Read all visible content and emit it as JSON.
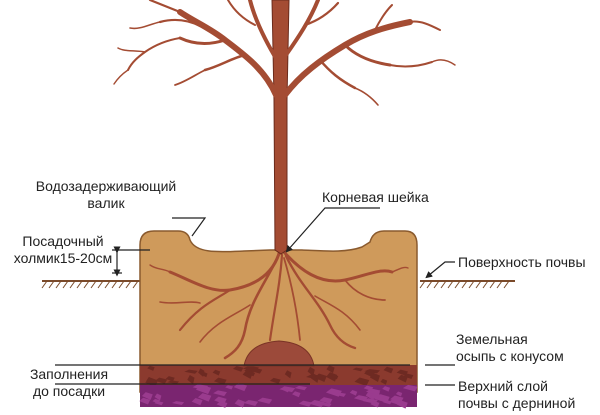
{
  "labels": {
    "water_ridge": [
      "Водозадерживающий",
      "валик"
    ],
    "planting_mound": [
      "Посадочный",
      "холмик15-20см"
    ],
    "root_collar": "Корневая шейка",
    "soil_surface": "Поверхность почвы",
    "earth_cone": [
      "Земельная",
      "осыпь с конусом"
    ],
    "prefill": [
      "Заполнения",
      "до посадки"
    ],
    "topsoil": [
      "Верхний слой",
      "почвы с дерниной"
    ]
  },
  "colors": {
    "pit_soil": "#cf9a5b",
    "pit_outline": "#8a5a2e",
    "tree": "#a44c33",
    "tree_outline": "#6a2b1c",
    "bottom_layer": "#8b3a2e",
    "turf": "#7a2570",
    "ground_hatch": "#7a4a2a",
    "leader": "#222222"
  }
}
